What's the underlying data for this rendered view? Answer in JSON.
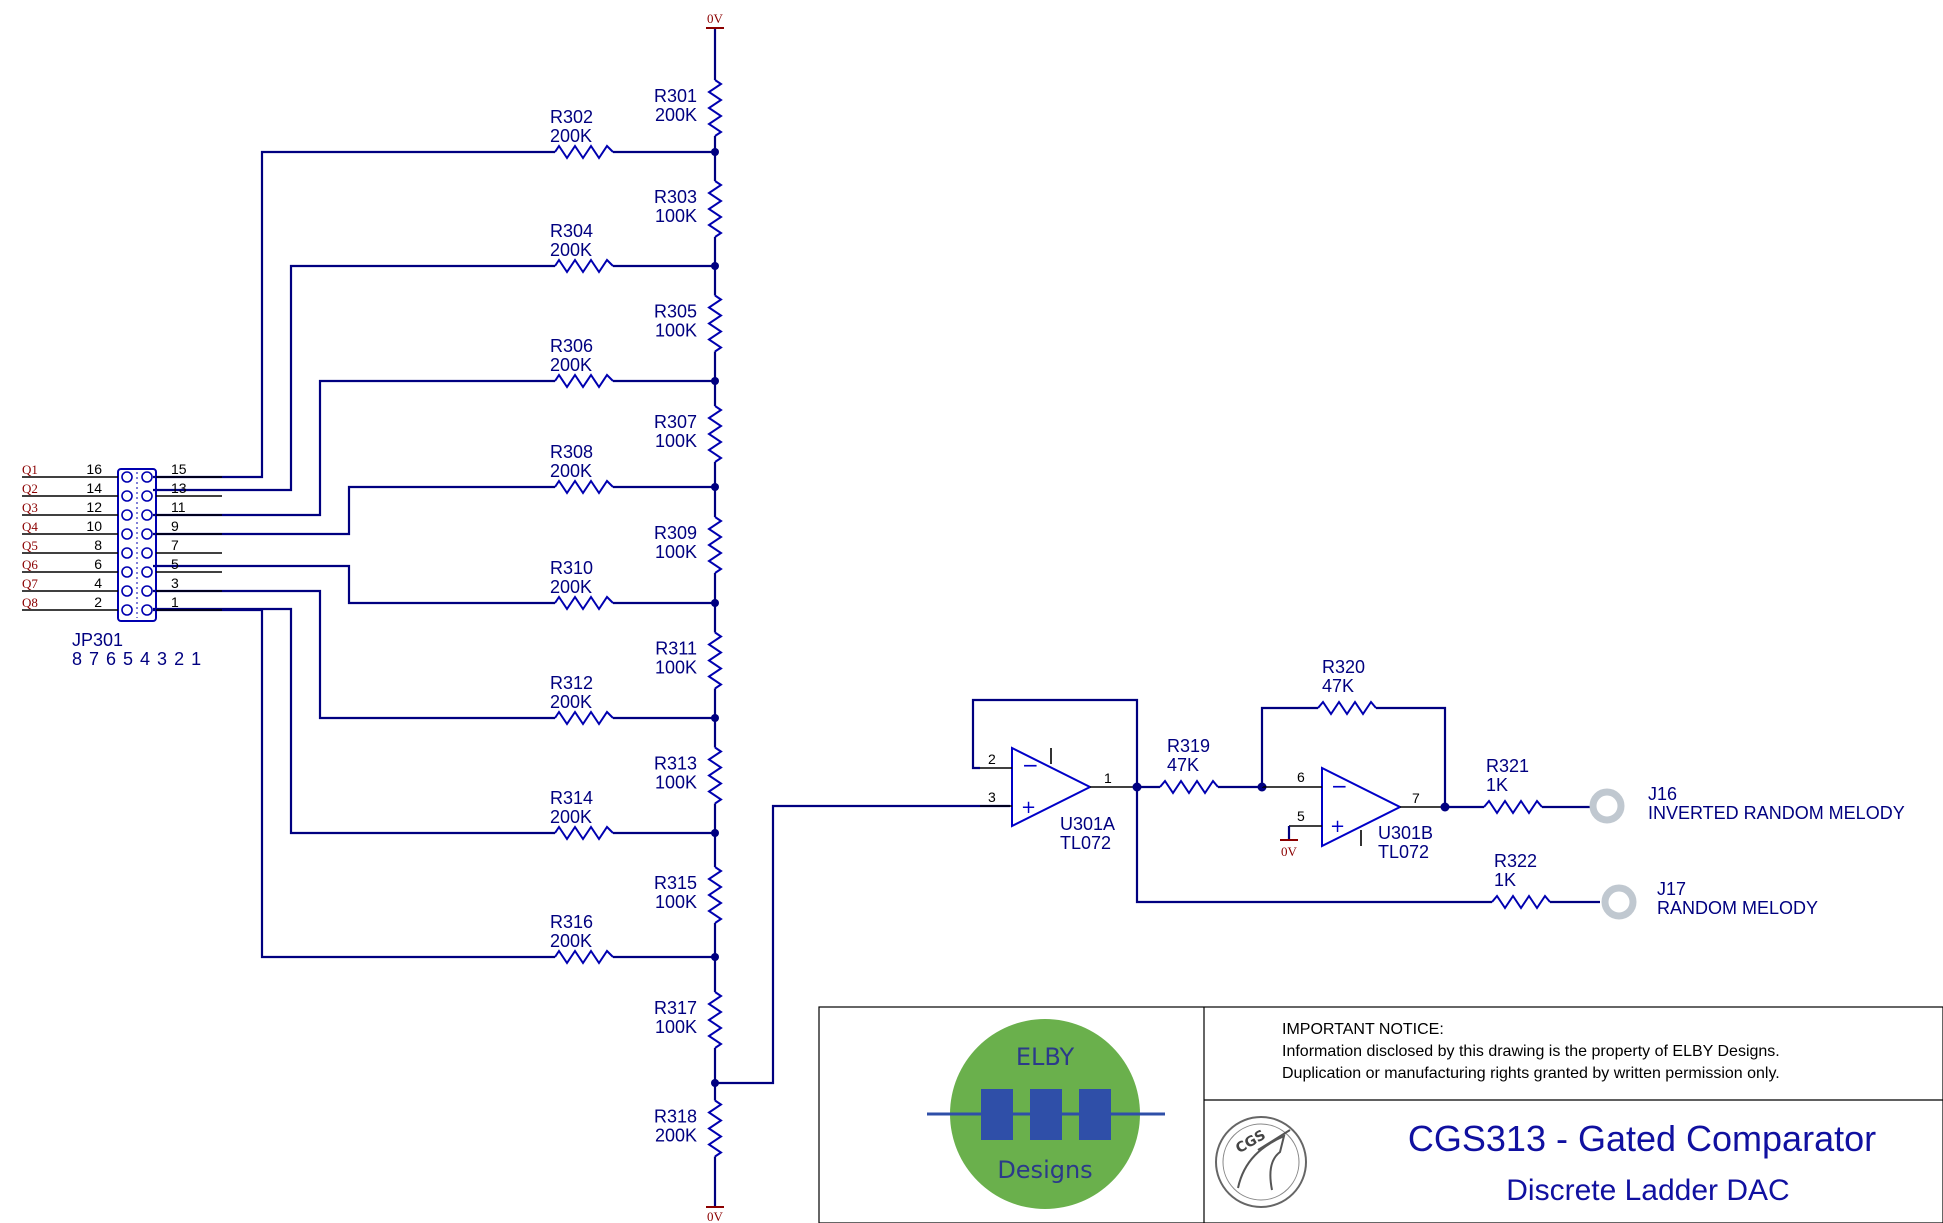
{
  "ground_label": "0V",
  "ladder": [
    {
      "ref": "R301",
      "val": "200K"
    },
    {
      "ref": "R303",
      "val": "100K"
    },
    {
      "ref": "R305",
      "val": "100K"
    },
    {
      "ref": "R307",
      "val": "100K"
    },
    {
      "ref": "R309",
      "val": "100K"
    },
    {
      "ref": "R311",
      "val": "100K"
    },
    {
      "ref": "R313",
      "val": "100K"
    },
    {
      "ref": "R315",
      "val": "100K"
    },
    {
      "ref": "R317",
      "val": "100K"
    },
    {
      "ref": "R318",
      "val": "200K"
    }
  ],
  "inputs": [
    {
      "ref": "R302",
      "val": "200K"
    },
    {
      "ref": "R304",
      "val": "200K"
    },
    {
      "ref": "R306",
      "val": "200K"
    },
    {
      "ref": "R308",
      "val": "200K"
    },
    {
      "ref": "R310",
      "val": "200K"
    },
    {
      "ref": "R312",
      "val": "200K"
    },
    {
      "ref": "R314",
      "val": "200K"
    },
    {
      "ref": "R316",
      "val": "200K"
    }
  ],
  "connector": {
    "ref": "JP301",
    "pin_text": "8 7 6 5 4 3 2 1",
    "rows": [
      {
        "net": "Q1",
        "left": "16",
        "right": "15"
      },
      {
        "net": "Q2",
        "left": "14",
        "right": "13"
      },
      {
        "net": "Q3",
        "left": "12",
        "right": "11"
      },
      {
        "net": "Q4",
        "left": "10",
        "right": "9"
      },
      {
        "net": "Q5",
        "left": "8",
        "right": "7"
      },
      {
        "net": "Q6",
        "left": "6",
        "right": "5"
      },
      {
        "net": "Q7",
        "left": "4",
        "right": "3"
      },
      {
        "net": "Q8",
        "left": "2",
        "right": "1"
      }
    ]
  },
  "opamp_a": {
    "ref": "U301A",
    "part": "TL072",
    "pin_inv": "2",
    "pin_noninv": "3",
    "pin_out": "1"
  },
  "opamp_b": {
    "ref": "U301B",
    "part": "TL072",
    "pin_inv": "6",
    "pin_noninv": "5",
    "pin_out": "7"
  },
  "r319": {
    "ref": "R319",
    "val": "47K"
  },
  "r320": {
    "ref": "R320",
    "val": "47K"
  },
  "r321": {
    "ref": "R321",
    "val": "1K"
  },
  "r322": {
    "ref": "R322",
    "val": "1K"
  },
  "j16": {
    "ref": "J16",
    "label": "INVERTED RANDOM MELODY"
  },
  "j17": {
    "ref": "J17",
    "label": "RANDOM MELODY"
  },
  "title_block": {
    "notice_title": "IMPORTANT NOTICE:",
    "notice_line1": "Information disclosed by this drawing is the property of ELBY Designs.",
    "notice_line2": "Duplication or manufacturing rights granted by written permission only.",
    "logo_top": "ELBY",
    "logo_bottom": "Designs",
    "badge": "CGS",
    "title": "CGS313 - Gated Comparator",
    "subtitle": "Discrete Ladder DAC"
  },
  "colors": {
    "wire": "#000080",
    "net_label": "#8b0000",
    "logo_green": "#6ab04c",
    "logo_blue": "#2f4fa8"
  }
}
